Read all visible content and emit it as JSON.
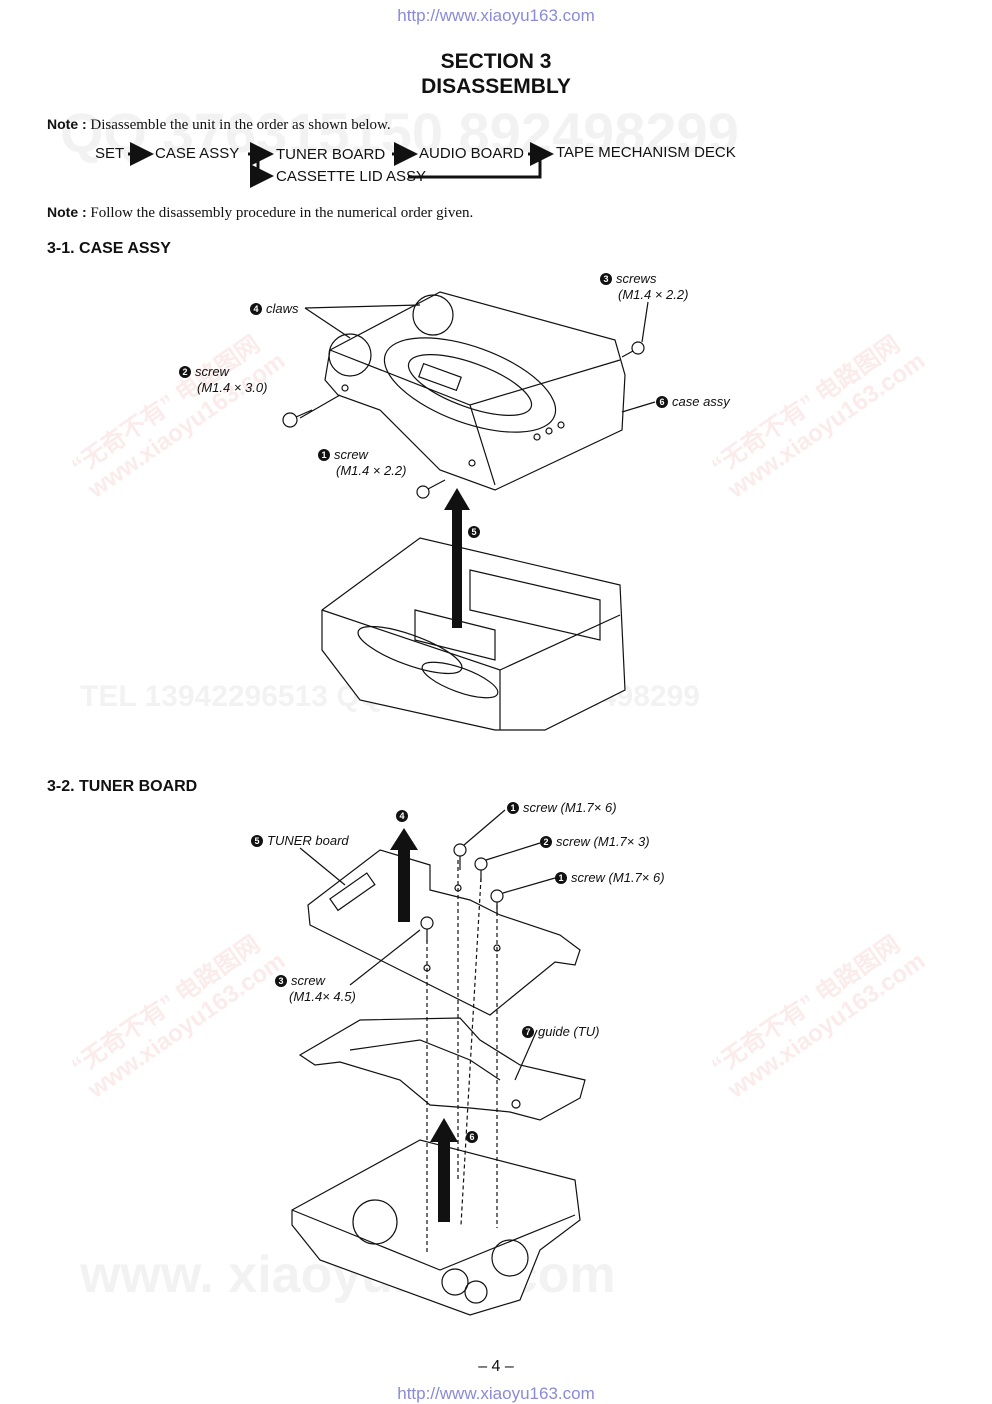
{
  "header_url": "http://www.xiaoyu163.com",
  "footer_url": "http://www.xiaoyu163.com",
  "section_number": "SECTION 3",
  "section_title": "DISASSEMBLY",
  "note1": {
    "label": "Note :",
    "text": "Disassemble the unit in the order as shown below."
  },
  "flow": {
    "set": "SET",
    "case_assy": "CASE ASSY",
    "tuner_board": "TUNER BOARD",
    "audio_board": "AUDIO BOARD",
    "tape_deck": "TAPE MECHANISM DECK",
    "cassette_lid": "CASSETTE LID ASSY"
  },
  "note2": {
    "label": "Note :",
    "text": "Follow the disassembly procedure in the numerical order given."
  },
  "sec31": {
    "title": "3-1. CASE ASSY",
    "labels": {
      "screws3": {
        "num": "3",
        "text": "screws",
        "spec": "(M1.4 × 2.2)"
      },
      "claws4": {
        "num": "4",
        "text": "claws"
      },
      "screw2": {
        "num": "2",
        "text": "screw",
        "spec": "(M1.4 × 3.0)"
      },
      "case6": {
        "num": "6",
        "text": "case assy"
      },
      "screw1": {
        "num": "1",
        "text": "screw",
        "spec": "(M1.4 × 2.2)"
      },
      "step5": {
        "num": "5"
      }
    }
  },
  "sec32": {
    "title": "3-2. TUNER BOARD",
    "labels": {
      "step4": {
        "num": "4"
      },
      "screw1a": {
        "num": "1",
        "text": "screw  (M1.7× 6)"
      },
      "board5": {
        "num": "5",
        "text": "TUNER board"
      },
      "screw2": {
        "num": "2",
        "text": "screw  (M1.7× 3)"
      },
      "screw1b": {
        "num": "1",
        "text": "screw  (M1.7× 6)"
      },
      "screw3": {
        "num": "3",
        "text": "screw",
        "spec": "(M1.4× 4.5)"
      },
      "guide7": {
        "num": "7",
        "text": "guide (TU)"
      },
      "step6": {
        "num": "6"
      }
    }
  },
  "page_number": "– 4 –",
  "watermarks": {
    "qq": "QQ 376315150   892498299",
    "tel": "TEL 13942296513   QQ 376315150   892498299",
    "site": "www. xiaoyu163. com",
    "cn": "“无奇不有” 电路图网",
    "cn_site": "www.xiaoyu163.com"
  }
}
